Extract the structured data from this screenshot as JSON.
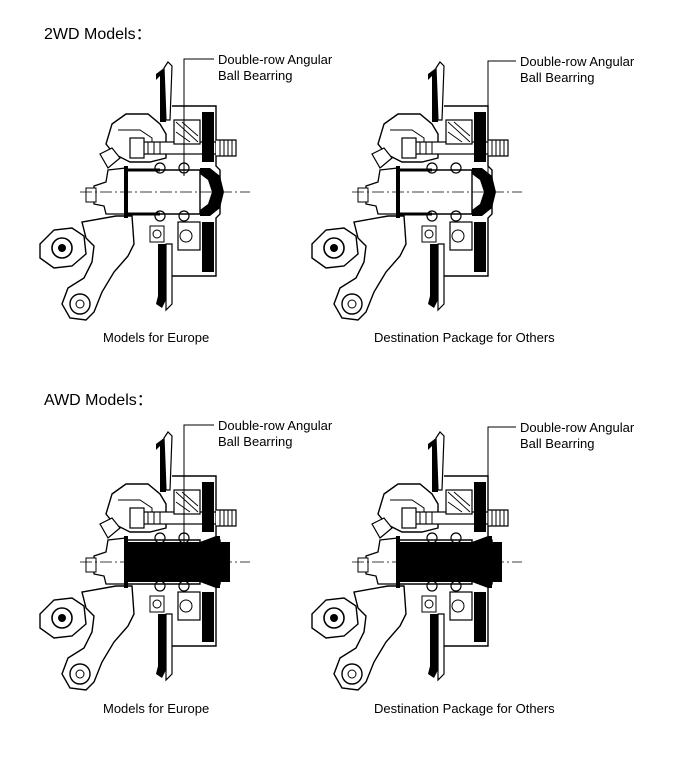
{
  "sections": [
    {
      "title": "2WD Models：",
      "panels": [
        {
          "callout_line1": "Double-row Angular",
          "callout_line2": "Ball Bearring",
          "caption": "Models for Europe"
        },
        {
          "callout_line1": "Double-row Angular",
          "callout_line2": "Ball Bearring",
          "caption": "Destination Package for Others"
        }
      ]
    },
    {
      "title": "AWD Models：",
      "panels": [
        {
          "callout_line1": "Double-row Angular",
          "callout_line2": "Ball Bearring",
          "caption": "Models for Europe"
        },
        {
          "callout_line1": "Double-row Angular",
          "callout_line2": "Ball Bearring",
          "caption": "Destination Package for Others"
        }
      ]
    }
  ],
  "colors": {
    "ink": "#000000",
    "paper": "#ffffff",
    "shade": "#d9d9d9"
  }
}
